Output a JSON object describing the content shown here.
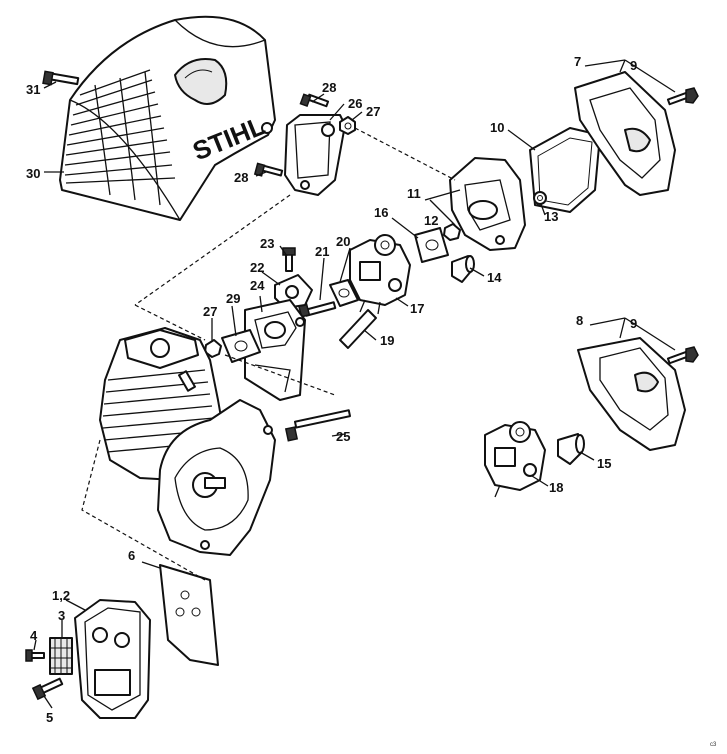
{
  "brand": "STIHL",
  "corner_mark": "c3",
  "labels": {
    "l1_2": "1,2",
    "l3": "3",
    "l4": "4",
    "l5": "5",
    "l6": "6",
    "l7": "7",
    "l8": "8",
    "l9a": "9",
    "l9b": "9",
    "l10": "10",
    "l11": "11",
    "l12": "12",
    "l13": "13",
    "l14": "14",
    "l15": "15",
    "l16": "16",
    "l17": "17",
    "l18": "18",
    "l19": "19",
    "l20": "20",
    "l21": "21",
    "l22": "22",
    "l23": "23",
    "l24": "24",
    "l25": "25",
    "l26": "26",
    "l27a": "27",
    "l27b": "27",
    "l28a": "28",
    "l28b": "28",
    "l29": "29",
    "l30": "30",
    "l31": "31"
  }
}
